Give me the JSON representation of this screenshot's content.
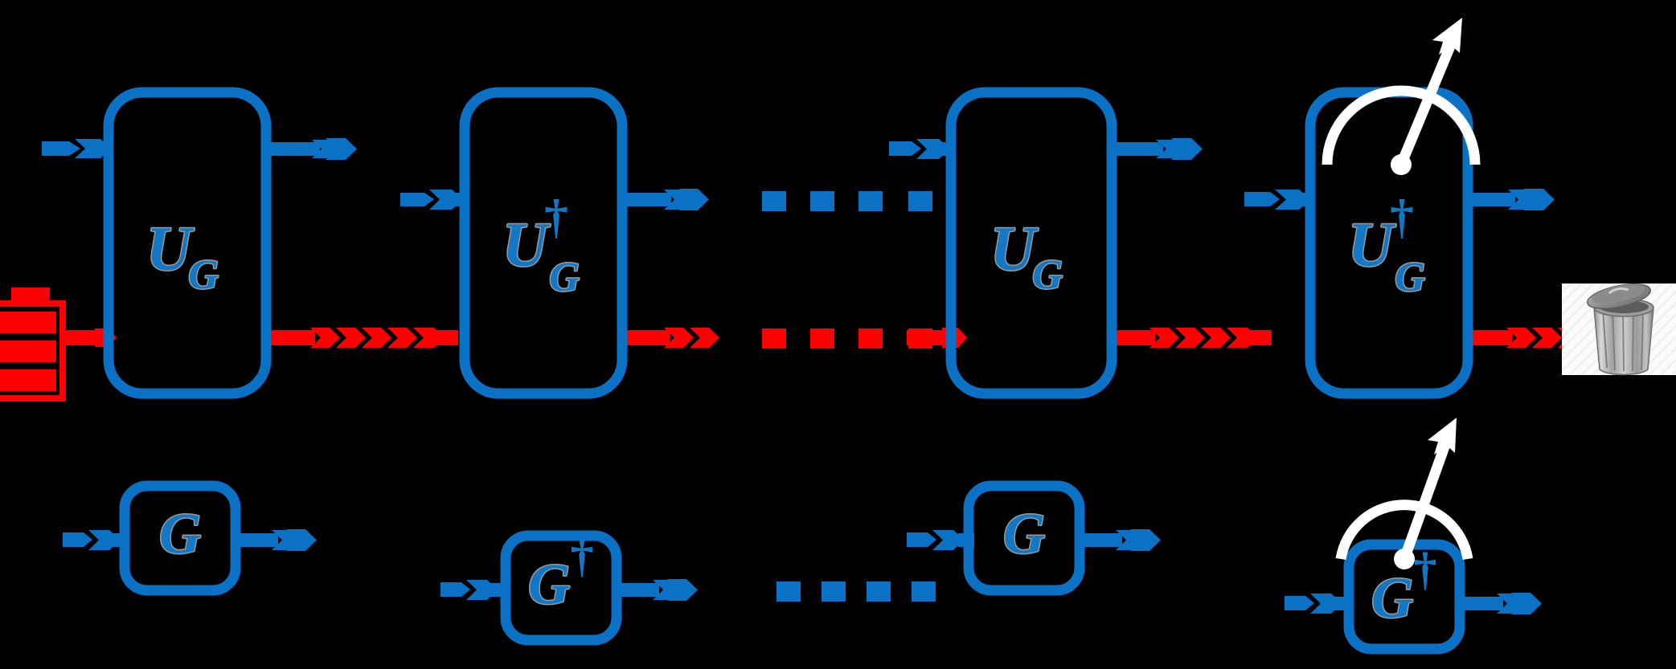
{
  "figure": {
    "title": "Quantum gate compilation circuit with work qubit and battery register",
    "background_color": "#000000",
    "accent_blue": "#0B71C4",
    "accent_red": "#FF0000",
    "label_fill": "#1277C4",
    "label_outline": "#9a9a9a",
    "measure_color": "#FFFFFF"
  },
  "wires": {
    "top_rail_label": "quantum-register-wire",
    "top_rail_color": "#0B71C4",
    "battery_rail_label": "battery-register-wire",
    "battery_rail_color": "#FF0000",
    "bottom_rail_label": "single-qubit-wire",
    "bottom_rail_color": "#0B71C4"
  },
  "top_row": {
    "gates": [
      {
        "id": "ug-1",
        "base": "U",
        "sub": "G",
        "dagger": false,
        "label": "U_G"
      },
      {
        "id": "ugdag-1",
        "base": "U",
        "sub": "G",
        "dagger": true,
        "label": "U_G†"
      },
      {
        "id": "ug-2",
        "base": "U",
        "sub": "G",
        "dagger": false,
        "label": "U_G"
      },
      {
        "id": "ugdag-2",
        "base": "U",
        "sub": "G",
        "dagger": true,
        "label": "U_G†",
        "measured": true
      }
    ],
    "ellipsis_dots": 4
  },
  "bottom_row": {
    "gates": [
      {
        "id": "g-1",
        "base": "G",
        "dagger": false,
        "label": "G"
      },
      {
        "id": "gdag-1",
        "base": "G",
        "dagger": true,
        "label": "G†"
      },
      {
        "id": "g-2",
        "base": "G",
        "dagger": false,
        "label": "G"
      },
      {
        "id": "gdag-2",
        "base": "G",
        "dagger": true,
        "label": "G†",
        "measured": true
      }
    ],
    "ellipsis_dots": 4
  },
  "icons": {
    "battery": {
      "name": "battery-icon",
      "cells": 3,
      "body_color": "#FF0000",
      "border_color": "#000000"
    },
    "trash": {
      "name": "trash-can-icon",
      "body_color": "#9b9b9b",
      "panel_color": "#f7f7f7"
    },
    "meter": {
      "name": "measurement-gauge-icon",
      "color": "#FFFFFF"
    }
  },
  "ellipsis": {
    "blue_dot_color": "#0B71C4",
    "red_dot_color": "#FF0000",
    "count": 4
  }
}
